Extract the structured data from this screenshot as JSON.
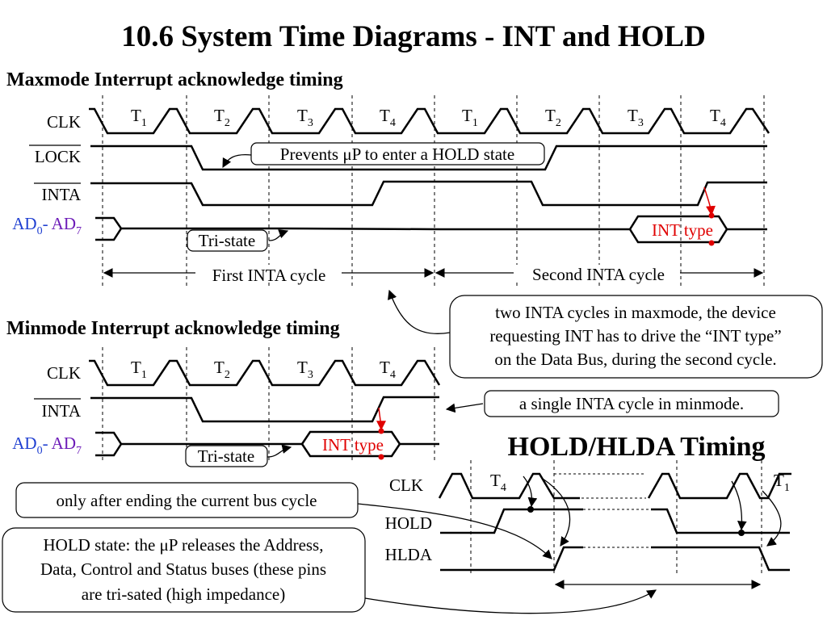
{
  "slide": {
    "title": "10.6 System Time Diagrams - INT and HOLD"
  },
  "maxmode": {
    "heading": "Maxmode Interrupt acknowledge timing",
    "signals": {
      "clk": "CLK",
      "lock": "LOCK",
      "inta": "INTA",
      "ad_prefix": "AD",
      "ad_sub0": "0",
      "ad_dash": "- ",
      "ad_mid": "AD",
      "ad_sub7": "7"
    },
    "states": [
      "T",
      "T",
      "T",
      "T",
      "T",
      "T",
      "T",
      "T"
    ],
    "state_subs": [
      "1",
      "2",
      "3",
      "4",
      "1",
      "2",
      "3",
      "4"
    ],
    "lock_note": "Prevents μP to enter a HOLD state",
    "tristate": "Tri-state",
    "int_type": "INT type",
    "first_cycle": "First INTA cycle",
    "second_cycle": "Second INTA cycle",
    "callout": [
      "two INTA cycles in maxmode, the device",
      "requesting INT has to drive the “INT type”",
      "on the Data Bus, during the second cycle."
    ]
  },
  "minmode": {
    "heading": "Minmode Interrupt acknowledge timing",
    "signals": {
      "clk": "CLK",
      "inta": "INTA",
      "ad_prefix": "AD",
      "ad_sub0": "0",
      "ad_dash": "- ",
      "ad_mid": "AD",
      "ad_sub7": "7"
    },
    "states": [
      "T",
      "T",
      "T",
      "T"
    ],
    "state_subs": [
      "1",
      "2",
      "3",
      "4"
    ],
    "tristate": "Tri-state",
    "int_type": "INT type",
    "callout": "a single INTA cycle in minmode."
  },
  "hold": {
    "heading": "HOLD/HLDA Timing",
    "signals": {
      "clk": "CLK",
      "hold": "HOLD",
      "hlda": "HLDA"
    },
    "states": [
      "T",
      "T"
    ],
    "state_subs": [
      "4",
      "1"
    ],
    "callout_cycle": "only after ending the current bus cycle",
    "callout_state": [
      "HOLD state: the μP releases the Address,",
      "Data, Control and Status buses (these pins",
      "are tri-sated (high impedance)"
    ]
  },
  "colors": {
    "red": "#e00000",
    "blue": "#1f3fd1",
    "purple": "#6d1cb8",
    "line": "#000000"
  },
  "icons": [
    "arrow-icon",
    "dot-icon"
  ]
}
